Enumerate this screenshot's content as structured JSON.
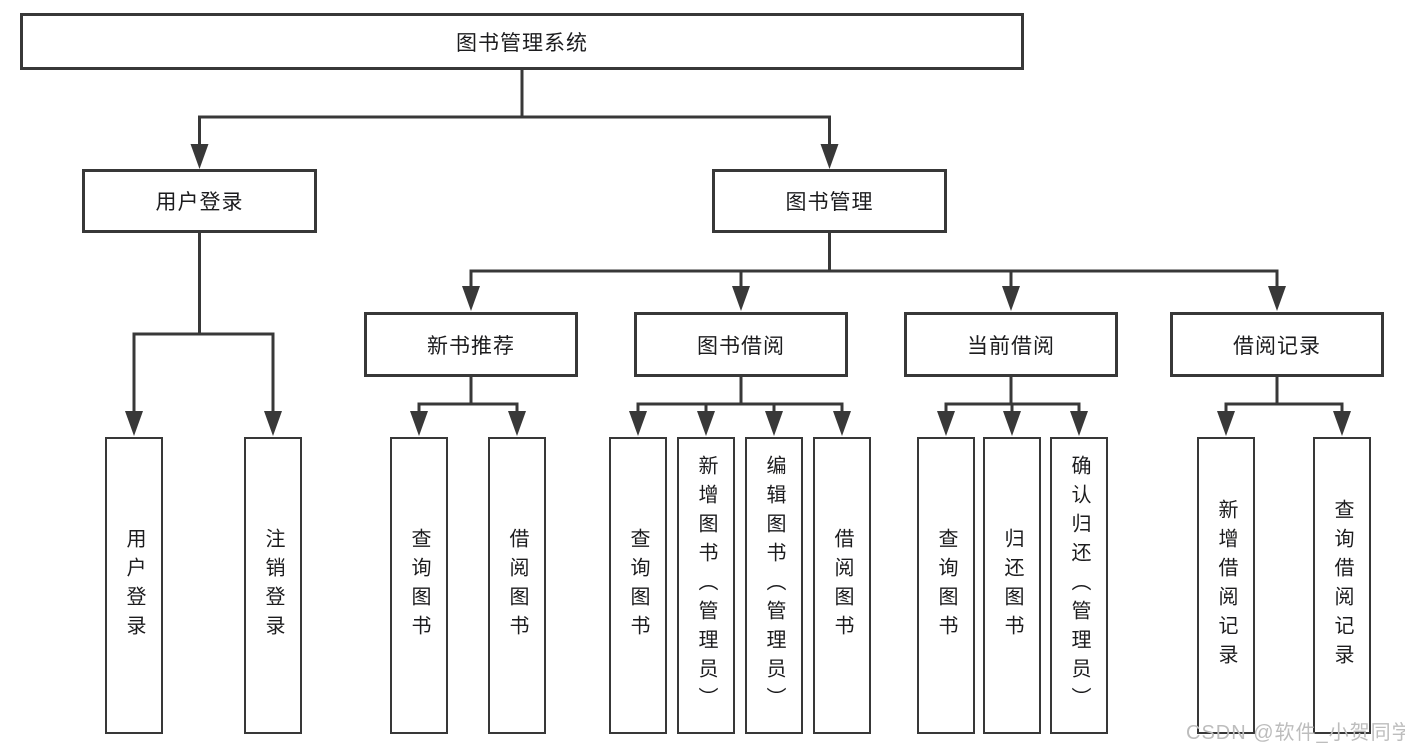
{
  "tree": {
    "label": "图书管理系统",
    "children": [
      {
        "label": "用户登录",
        "children": [
          {
            "label": "用户登录"
          },
          {
            "label": "注销登录"
          }
        ]
      },
      {
        "label": "图书管理",
        "children": [
          {
            "label": "新书推荐",
            "children": [
              {
                "label": "查询图书"
              },
              {
                "label": "借阅图书"
              }
            ]
          },
          {
            "label": "图书借阅",
            "children": [
              {
                "label": "查询图书"
              },
              {
                "label": "新增图书（管理员）"
              },
              {
                "label": "编辑图书（管理员）"
              },
              {
                "label": "借阅图书"
              }
            ]
          },
          {
            "label": "当前借阅",
            "children": [
              {
                "label": "查询图书"
              },
              {
                "label": "归还图书"
              },
              {
                "label": "确认归还（管理员）"
              }
            ]
          },
          {
            "label": "借阅记录",
            "children": [
              {
                "label": "新增借阅记录"
              },
              {
                "label": "查询借阅记录"
              }
            ]
          }
        ]
      }
    ]
  },
  "watermark": {
    "text": "CSDN @软件_小贺同学"
  },
  "colors": {
    "line": "#383838",
    "text": "#1c1c1e",
    "background": "#ffffff",
    "watermark": "#bdbdbd"
  }
}
